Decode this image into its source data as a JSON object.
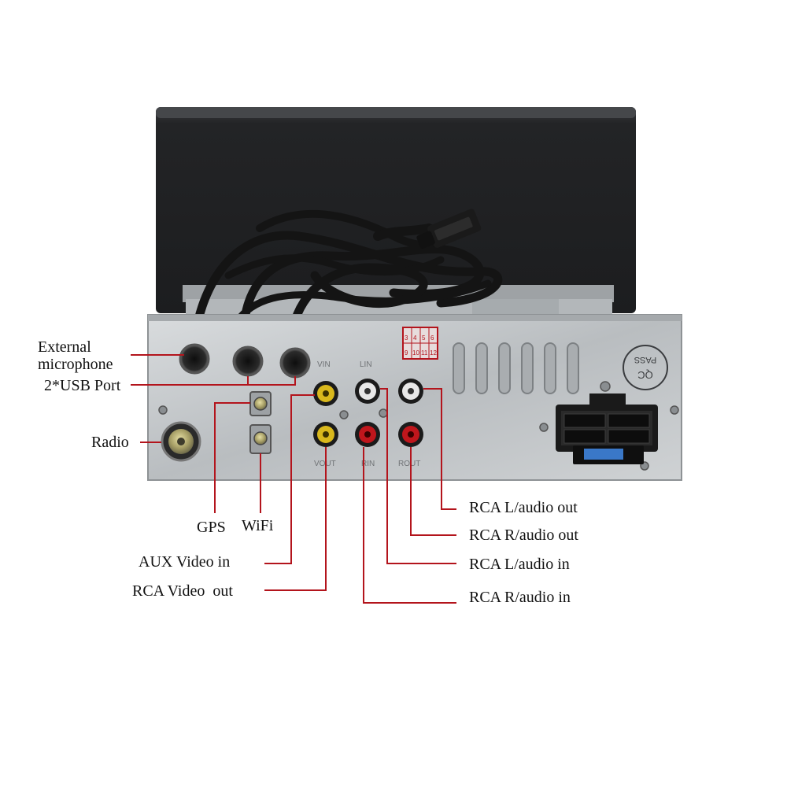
{
  "labels": {
    "external_microphone_line1": "External",
    "external_microphone_line2": "microphone",
    "usb_port": "2*USB Port",
    "radio": "Radio",
    "gps": "GPS",
    "wifi": "WiFi",
    "aux_video_in": "AUX Video in",
    "rca_video_out": "RCA Video  out",
    "rca_l_audio_out": "RCA L/audio out",
    "rca_r_audio_out": "RCA R/audio out",
    "rca_l_audio_in": "RCA L/audio in",
    "rca_r_audio_in": "RCA R/audio in"
  },
  "device": {
    "qc_stamp_line1": "QC",
    "qc_stamp_line2": "PASS",
    "jack_label_vin": "VIN",
    "jack_label_lin": "LIN",
    "jack_label_vout": "VOUT",
    "jack_label_rin": "RIN",
    "jack_label_rout": "ROUT",
    "sticker_numbers": [
      "3",
      "4",
      "5",
      "6",
      "9",
      "10",
      "11",
      "12"
    ]
  },
  "colors": {
    "leader_line": "#b3141c",
    "chassis": "#c9ccce",
    "screen": "#232426",
    "cable": "#141414",
    "rca_yellow": "#d9b81c",
    "rca_red": "#c0161c",
    "rca_white": "#e8e8e8"
  }
}
